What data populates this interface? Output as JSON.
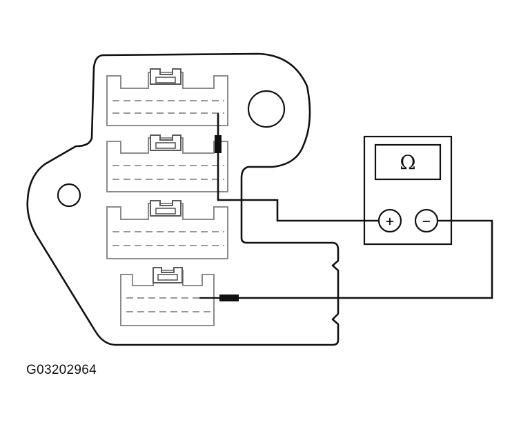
{
  "figure_id": "G03202964",
  "meter": {
    "display_symbol": "Ω",
    "positive_symbol": "+",
    "negative_symbol": "−"
  },
  "connectors": [
    {
      "name": "connector-1"
    },
    {
      "name": "connector-2"
    },
    {
      "name": "connector-3"
    },
    {
      "name": "connector-4"
    }
  ]
}
